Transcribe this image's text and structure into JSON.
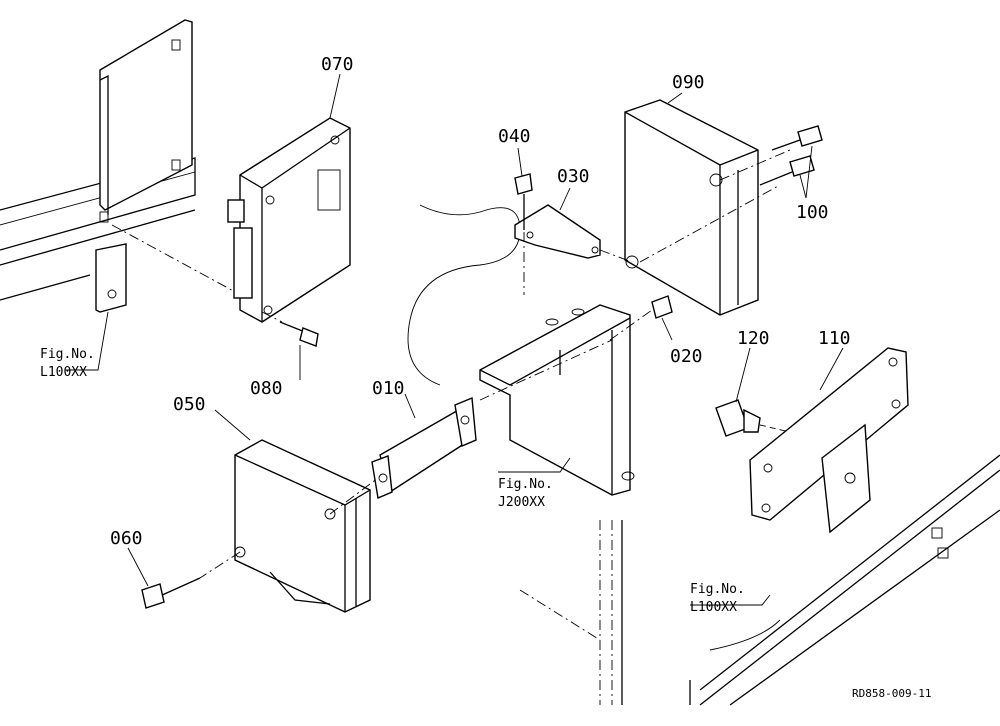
{
  "parts": [
    {
      "id": "010"
    },
    {
      "id": "020"
    },
    {
      "id": "030"
    },
    {
      "id": "040"
    },
    {
      "id": "050"
    },
    {
      "id": "060"
    },
    {
      "id": "070"
    },
    {
      "id": "080"
    },
    {
      "id": "090"
    },
    {
      "id": "100"
    },
    {
      "id": "110"
    },
    {
      "id": "120"
    }
  ],
  "figure_refs": [
    {
      "line1": "Fig.No.",
      "line2": "L100XX"
    },
    {
      "line1": "Fig.No.",
      "line2": "J200XX"
    },
    {
      "line1": "Fig.No.",
      "line2": "L100XX"
    }
  ],
  "drawing_code": "RD858-009-11"
}
